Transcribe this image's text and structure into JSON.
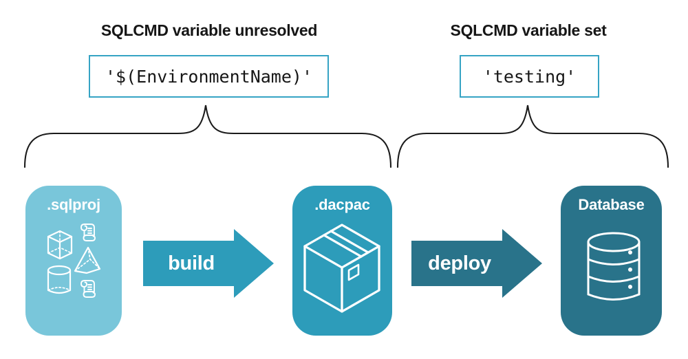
{
  "annotations": {
    "left": {
      "title": "SQLCMD variable unresolved",
      "code": "'$(EnvironmentName)'"
    },
    "right": {
      "title": "SQLCMD variable set",
      "code": "'testing'"
    }
  },
  "pipeline": {
    "nodes": [
      {
        "id": "sqlproj",
        "label": ".sqlproj",
        "icon": "sql-objects-icon",
        "color": "#79C6DA"
      },
      {
        "id": "dacpac",
        "label": ".dacpac",
        "icon": "package-icon",
        "color": "#2D9CBA"
      },
      {
        "id": "database",
        "label": "Database",
        "icon": "database-icon",
        "color": "#29738A"
      }
    ],
    "arrows": [
      {
        "label": "build",
        "color": "#2D9CBA"
      },
      {
        "label": "deploy",
        "color": "#29738A"
      }
    ]
  },
  "colors": {
    "node-sqlproj": "#79C6DA",
    "node-dacpac": "#2D9CBA",
    "node-database": "#29738A",
    "arrow-build": "#2D9CBA",
    "arrow-deploy": "#29738A",
    "codebox-border": "#35A3C4",
    "icon-stroke": "#FFFFFF",
    "text": "#161616",
    "background": "#FFFFFF"
  }
}
